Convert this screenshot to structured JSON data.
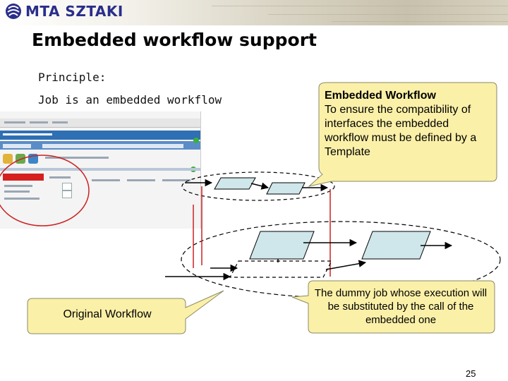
{
  "header": {
    "logo_text": "MTA SZTAKI",
    "logo_icon": "sztaki-globe-logo"
  },
  "title": "Embedded workflow support",
  "principle": {
    "line1": "Principle:",
    "line2": "Job is an embedded workflow"
  },
  "callouts": {
    "embedded_heading": "Embedded Workflow",
    "embedded_body": "To ensure the compatibility of interfaces the embedded workflow must be defined by a Template",
    "dummy_job": "The dummy job whose execution will be substituted by the call of the embedded one",
    "original_workflow": "Original Workflow"
  },
  "colors": {
    "logo_blue": "#2a2e8a",
    "callout_fill": "#fbf0a8",
    "job_fill": "#cfe6ea",
    "arrow_red": "#cc2020",
    "ellipse_red": "#cc2222"
  },
  "page_number": "25"
}
